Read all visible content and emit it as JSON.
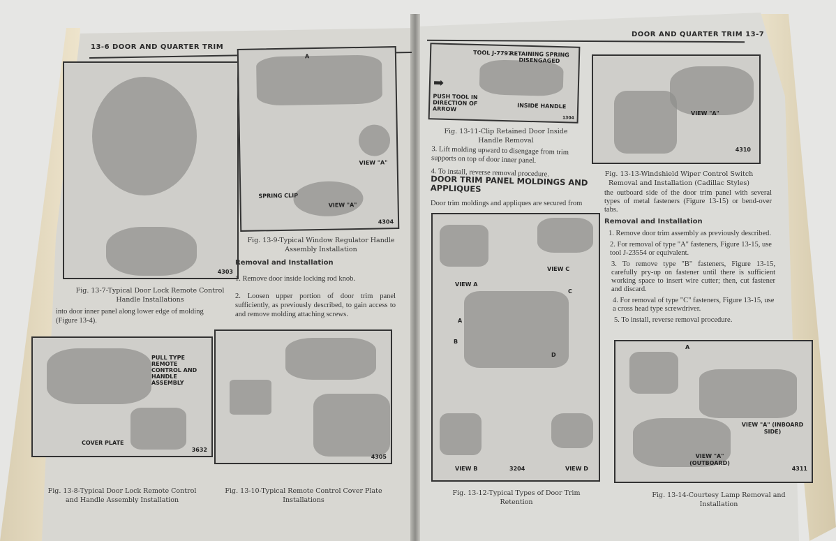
{
  "left_page": {
    "header": "13-6 DOOR AND QUARTER TRIM",
    "fig_13_7": {
      "number": "4303",
      "caption": "Fig. 13-7-Typical Door Lock Remote Control Handle Installations"
    },
    "fig_13_9": {
      "labels": [
        "A",
        "VIEW \"A\"",
        "SPRING CLIP",
        "VIEW \"A\""
      ],
      "number": "4304",
      "caption": "Fig. 13-9-Typical Window Regulator Handle Assembly Installation"
    },
    "removal_heading": "Removal and Installation",
    "steps": [
      "1. Remove door inside locking rod knob.",
      "2. Loosen upper portion of door trim panel sufficiently, as previously described, to gain access to and remove molding attaching screws."
    ],
    "continued_text": "into door inner panel along lower edge of molding (Figure 13-4).",
    "fig_13_8": {
      "labels": [
        "PULL TYPE REMOTE CONTROL AND HANDLE ASSEMBLY",
        "COVER PLATE"
      ],
      "number": "3632",
      "caption": "Fig. 13-8-Typical Door Lock Remote Control and Handle Assembly Installation"
    },
    "fig_13_10": {
      "number": "4305",
      "caption": "Fig. 13-10-Typical Remote Control Cover Plate Installations"
    }
  },
  "right_page": {
    "header": "DOOR AND QUARTER TRIM 13-7",
    "fig_13_11": {
      "labels": [
        "TOOL J-7797",
        "RETAINING SPRING DISENGAGED",
        "PUSH TOOL IN DIRECTION OF ARROW",
        "INSIDE HANDLE"
      ],
      "number": "1304",
      "caption": "Fig. 13-11-Clip Retained Door Inside Handle Removal"
    },
    "steps_top": [
      "3. Lift molding upward to disengage from trim supports on top of door inner panel.",
      "4. To install, reverse removal procedure."
    ],
    "section_heading": "DOOR TRIM PANEL MOLDINGS AND APPLIQUES",
    "section_intro": "Door trim moldings and appliques are secured from",
    "fig_13_12": {
      "labels": [
        "VIEW A",
        "VIEW C",
        "A",
        "B",
        "C",
        "D",
        "VIEW B",
        "VIEW D"
      ],
      "number": "3204",
      "caption": "Fig. 13-12-Typical Types of Door Trim Retention"
    },
    "fig_13_13": {
      "labels": [
        "VIEW \"A\""
      ],
      "number": "4310",
      "caption": "Fig. 13-13-Windshield Wiper Control Switch Removal and Installation (Cadillac Styles)"
    },
    "continued_text": "the outboard side of the door trim panel with several types of metal fasteners (Figure 13-15) or bend-over tabs.",
    "removal_heading": "Removal and Installation",
    "steps": [
      "1. Remove door trim assembly as previously described.",
      "2. For removal of type \"A\" fasteners, Figure 13-15, use tool J-23554 or equivalent.",
      "3. To remove type \"B\" fasteners, Figure 13-15, carefully pry-up on fastener until there is sufficient working space to insert wire cutter; then, cut fastener and discard.",
      "4. For removal of type \"C\" fasteners, Figure 13-15, use a cross head type screwdriver.",
      "5. To install, reverse removal procedure."
    ],
    "fig_13_14": {
      "labels": [
        "A",
        "VIEW \"A\" (INBOARD SIDE)",
        "VIEW \"A\" (OUTBOARD)"
      ],
      "number": "4311",
      "caption": "Fig. 13-14-Courtesy Lamp Removal and Installation"
    }
  }
}
